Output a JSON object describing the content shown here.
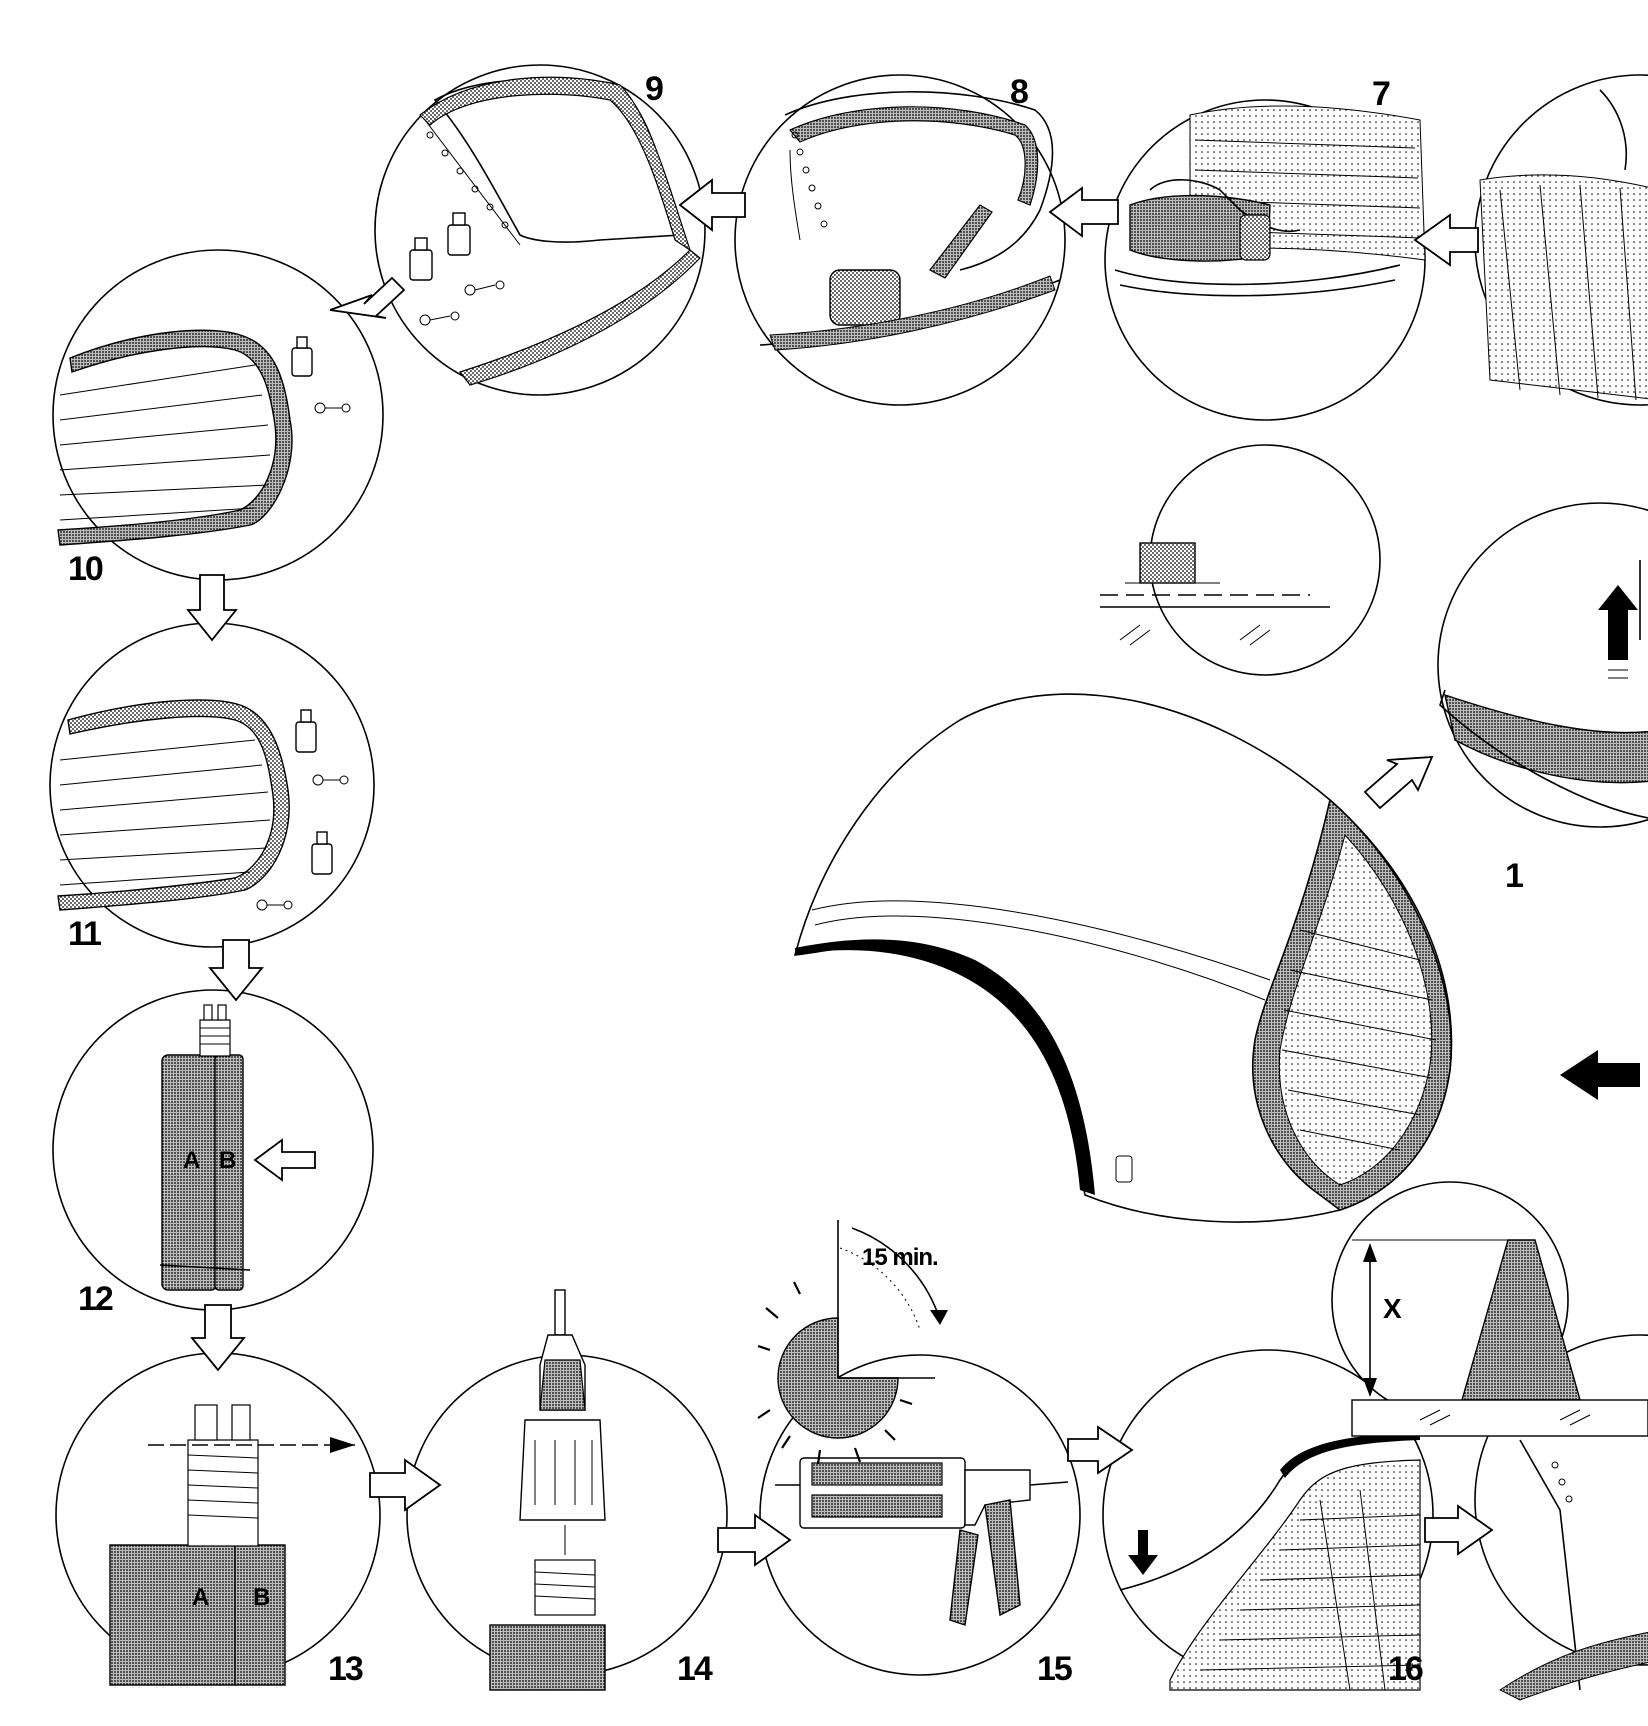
{
  "step_labels": {
    "s1": "1",
    "s7": "7",
    "s8": "8",
    "s9": "9",
    "s10": "10",
    "s11": "11",
    "s12": "12",
    "s13": "13",
    "s14": "14",
    "s15": "15",
    "s16": "16"
  },
  "cartridge_labels": {
    "a": "A",
    "b": "B"
  },
  "timer_label": "15 min.",
  "height_label": "X",
  "icons": {
    "flow_arrow": "hollow-arrow-icon",
    "direction_arrow": "solid-arrow-icon",
    "timer": "sun-timer-icon"
  },
  "colors": {
    "line": "#000000",
    "background": "#ffffff",
    "hatch": "#9a9a9a"
  }
}
